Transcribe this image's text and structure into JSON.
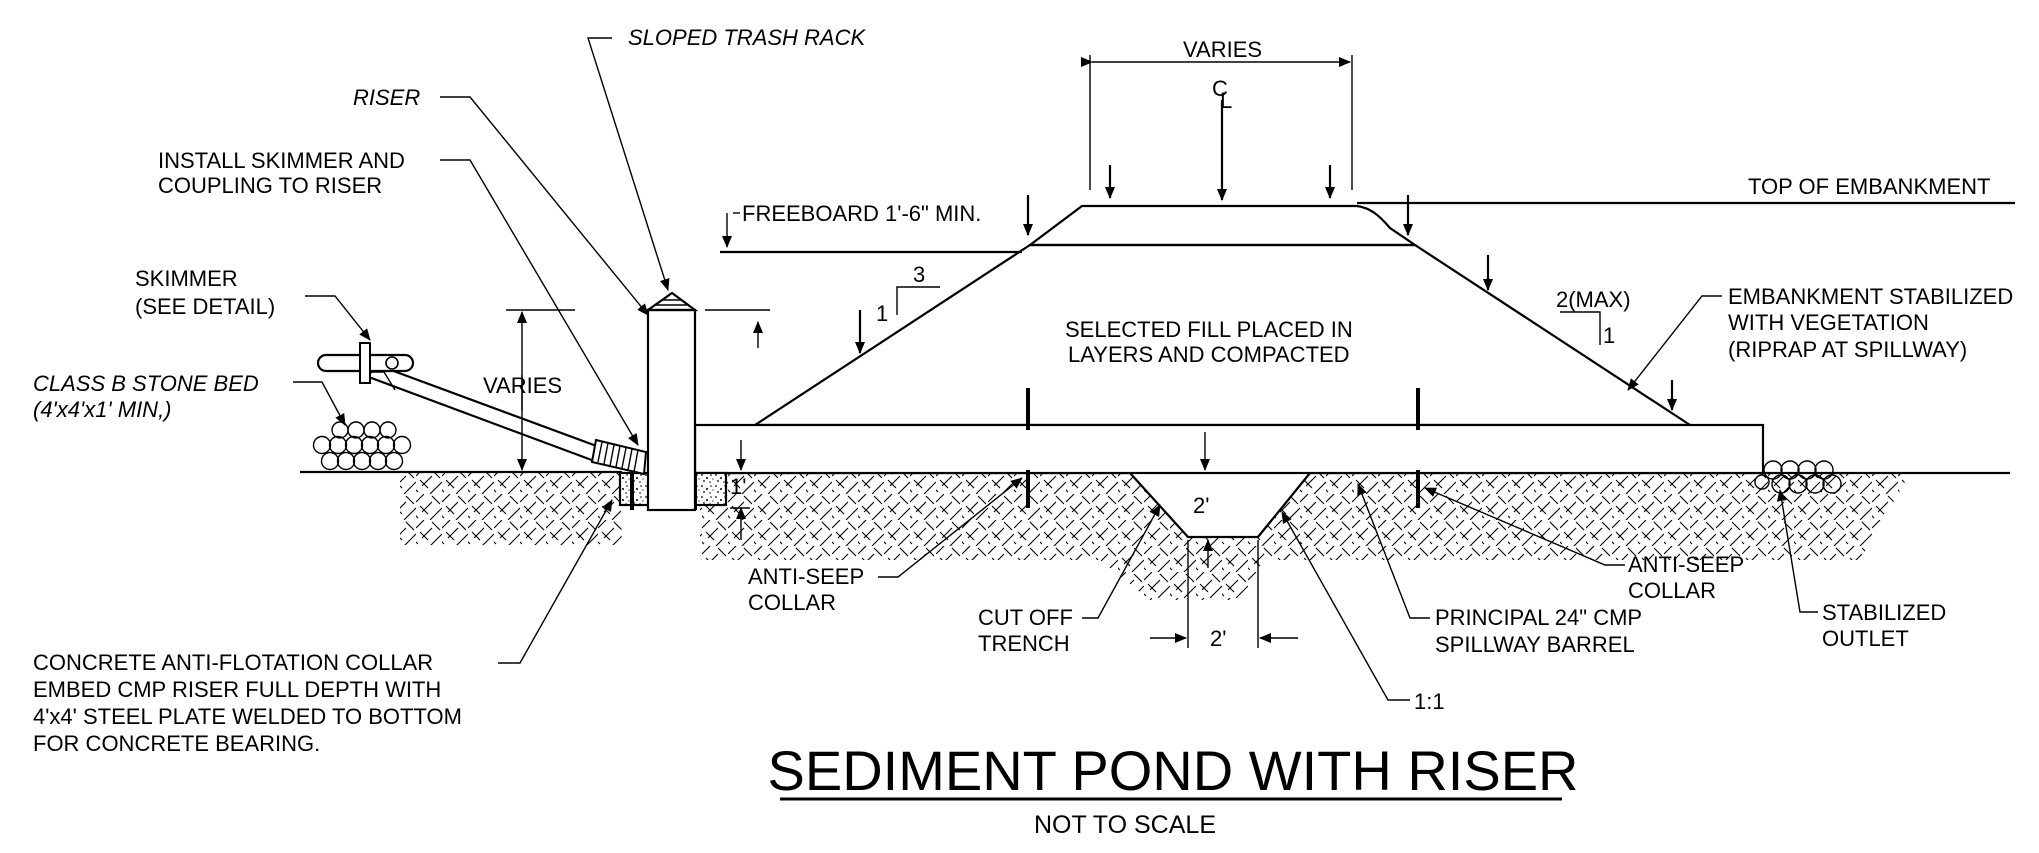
{
  "drawing": {
    "title": "SEDIMENT POND WITH RISER",
    "subtitle": "NOT TO SCALE",
    "labels": {
      "sloped_trash_rack": "SLOPED TRASH RACK",
      "riser": "RISER",
      "install_skimmer_1": "INSTALL SKIMMER AND",
      "install_skimmer_2": "COUPLING TO RISER",
      "skimmer_1": "SKIMMER",
      "skimmer_2": "(SEE DETAIL)",
      "stone_bed_1": "CLASS B STONE BED",
      "stone_bed_2": "(4'x4'x1' MIN,)",
      "varies_riser": "VARIES",
      "varies_top": "VARIES",
      "centerline_c": "C",
      "centerline_l": "L",
      "freeboard": "FREEBOARD 1'-6\" MIN.",
      "top_of_embankment": "TOP OF EMBANKMENT",
      "slope_left_run": "3",
      "slope_left_rise": "1",
      "slope_right_run": "2(MAX)",
      "slope_right_rise": "1",
      "selected_fill_1": "SELECTED FILL PLACED IN",
      "selected_fill_2": "LAYERS AND COMPACTED",
      "embankment_1": "EMBANKMENT STABILIZED",
      "embankment_2": "WITH VEGETATION",
      "embankment_3": "(RIPRAP AT SPILLWAY)",
      "trench_depth": "2'",
      "trench_width": "2'",
      "collar_offset": "1'",
      "anti_seep_left_1": "ANTI-SEEP",
      "anti_seep_left_2": "COLLAR",
      "cut_off_1": "CUT OFF",
      "cut_off_2": "TRENCH",
      "principal_1": "PRINCIPAL 24\" CMP",
      "principal_2": "SPILLWAY BARREL",
      "anti_seep_right_1": "ANTI-SEEP",
      "anti_seep_right_2": "COLLAR",
      "stabilized_outlet_1": "STABILIZED",
      "stabilized_outlet_2": "OUTLET",
      "trench_slope": "1:1",
      "concrete_1": "CONCRETE ANTI-FLOTATION COLLAR",
      "concrete_2": "EMBED CMP RISER FULL DEPTH WITH",
      "concrete_3": "4'x4' STEEL PLATE WELDED TO BOTTOM",
      "concrete_4": "FOR CONCRETE BEARING."
    }
  }
}
